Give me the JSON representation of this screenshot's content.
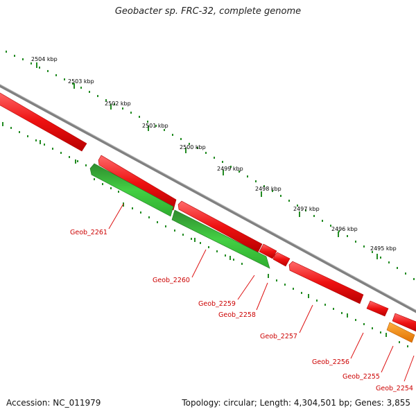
{
  "title": "Geobacter sp. FRC-32, complete genome",
  "footer": {
    "accession": "Accession: NC_011979",
    "summary": "Topology: circular; Length: 4,304,501 bp; Genes: 3,855"
  },
  "colors": {
    "forward_gene": "#ee1111",
    "reverse_gene": "#33cc33",
    "rna_gene": "#ff8800",
    "backbone": "#808080",
    "ticks": "#228b22",
    "gene_label": "#cc0000"
  },
  "kbp_labels": [
    "2504 kbp",
    "2503 kbp",
    "2502 kbp",
    "2501 kbp",
    "2500 kbp",
    "2499 kbp",
    "2498 kbp",
    "2497 kbp",
    "2496 kbp",
    "2495 kbp"
  ],
  "genes": [
    {
      "name": "Geob_2261",
      "strand": "reverse"
    },
    {
      "name": "Geob_2260",
      "strand": "reverse"
    },
    {
      "name": "Geob_2259",
      "strand": "forward"
    },
    {
      "name": "Geob_2258",
      "strand": "forward"
    },
    {
      "name": "Geob_2257",
      "strand": "forward"
    },
    {
      "name": "Geob_2256",
      "strand": "forward"
    },
    {
      "name": "Geob_2255",
      "strand": "rna"
    },
    {
      "name": "Geob_2254",
      "strand": "forward"
    }
  ]
}
